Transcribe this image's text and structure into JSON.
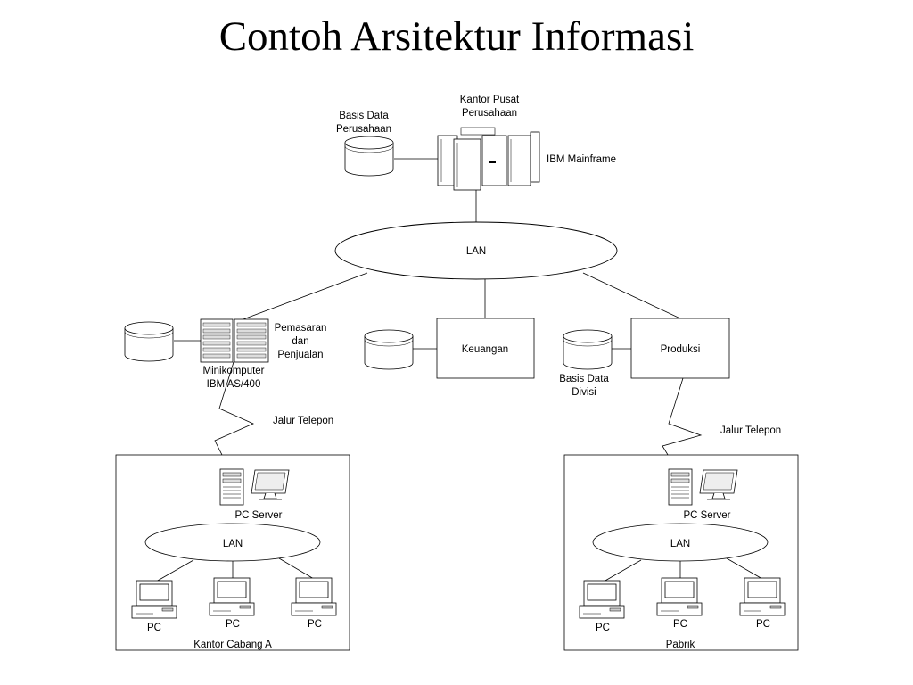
{
  "title": "Contoh Arsitektur Informasi",
  "hq": {
    "label_line1": "Kantor Pusat",
    "label_line2": "Perusahaan",
    "mainframe_label": "IBM Mainframe",
    "db_label_line1": "Basis Data",
    "db_label_line2": "Perusahaan"
  },
  "main_lan": "LAN",
  "minicomputer": {
    "label_line1": "Minikomputer",
    "label_line2": "IBM AS/400",
    "dept_line1": "Pemasaran",
    "dept_line2": "dan",
    "dept_line3": "Penjualan"
  },
  "finance": {
    "label": "Keuangan"
  },
  "production": {
    "label": "Produksi",
    "db_label_line1": "Basis Data",
    "db_label_line2": "Divisi"
  },
  "phone_line_left": "Jalur Telepon",
  "phone_line_right": "Jalur Telepon",
  "branch": {
    "name": "Kantor Cabang A",
    "server_label": "PC Server",
    "lan_label": "LAN",
    "pc_labels": [
      "PC",
      "PC",
      "PC"
    ]
  },
  "factory": {
    "name": "Pabrik",
    "server_label": "PC Server",
    "lan_label": "LAN",
    "pc_labels": [
      "PC",
      "PC",
      "PC"
    ]
  }
}
